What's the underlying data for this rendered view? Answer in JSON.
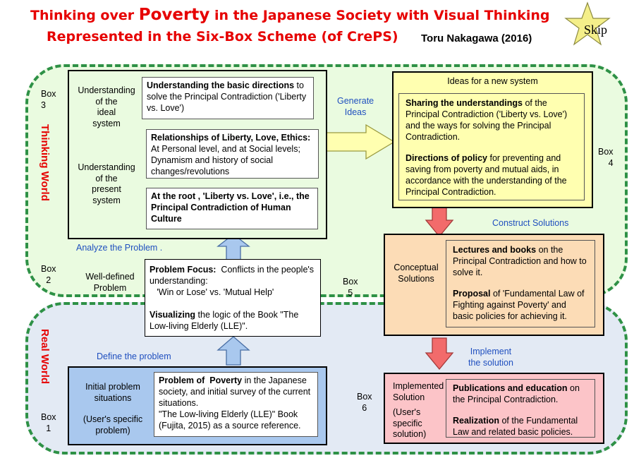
{
  "title": {
    "line1_prefix": "Thinking over ",
    "line1_highlight": "Poverty",
    "line1_suffix": " in the Japanese Society with Visual Thinking",
    "line2": "Represented in the Six-Box Scheme (of CrePS)",
    "author": "Toru Nakagawa (2016)"
  },
  "skip_button": {
    "label": "Skip",
    "icon": "star-icon",
    "color": "#f4ef8a"
  },
  "worlds": {
    "thinking": "Thinking World",
    "real": "Real World",
    "border_color": "#2e9146"
  },
  "box_labels": {
    "box1": "Box\n1",
    "box2": "Box\n2",
    "box3": "Box\n3",
    "box4": "Box\n4",
    "box5": "Box\n5",
    "box6": "Box\n6"
  },
  "flow_labels": {
    "define": "Define the problem",
    "analyze": "Analyze the Problem .",
    "generate": "Generate\nIdeas",
    "construct": "Construct Solutions",
    "implement": "Implement\nthe solution"
  },
  "box1": {
    "side_label_1": "Initial problem\nsituations",
    "side_label_2": "(User's specific\nproblem)",
    "content": {
      "bold": "Problem of  Poverty",
      "rest": " in the Japanese society, and initial survey of the current situations.\n\"The Low-living Elderly (LLE)\" Book (Fujita, 2015) as a source reference."
    }
  },
  "box2": {
    "side_label": "Well-defined\nProblem",
    "focus": {
      "bold": "Problem Focus:",
      "rest": "  Conflicts in the people's understanding:\n   'Win or Lose' vs. 'Mutual Help'"
    },
    "visualizing": {
      "bold": "Visualizing",
      "rest": " the logic of the Book \"The Low-living Elderly (LLE)\"."
    }
  },
  "box3": {
    "ideal_label": "Understanding\nof the\nideal\nsystem",
    "present_label": "Understanding\nof the\npresent\nsystem",
    "ideal": {
      "bold": "Understanding the basic directions",
      "rest": " to solve the Principal Contradiction ('Liberty vs. Love')"
    },
    "relationships": {
      "bold": "Relationships of Liberty, Love, Ethics:",
      "rest": " At Personal level, and at Social levels; Dynamism and history of social changes/revolutions"
    },
    "root": {
      "bold": "At the root , 'Liberty vs. Love', i.e., the Principal Contradiction of Human Culture"
    }
  },
  "box4": {
    "header": "Ideas for a new system",
    "p1": {
      "bold": "Sharing the understandings",
      "rest": " of the Principal Contradiction ('Liberty vs. Love')  and the ways for solving the Principal Contradiction."
    },
    "p2": {
      "bold": "Directions of policy",
      "rest": " for preventing and saving from poverty and mutual aids, in accordance with the understanding of the Principal Contradiction."
    }
  },
  "box5": {
    "side_label": "Conceptual\nSolutions",
    "p1": {
      "bold": "Lectures and books",
      "rest": " on the Principal Contradiction and how to solve it."
    },
    "p2": {
      "bold": "Proposal",
      "rest": " of 'Fundamental Law of Fighting against Poverty' and basic policies for achieving it."
    }
  },
  "box6": {
    "side_label_1": "Implemented\nSolution",
    "side_label_2": "(User's\nspecific\nsolution)",
    "p1": {
      "bold": "Publications and education",
      "rest": " on the Principal Contradiction."
    },
    "p2": {
      "bold": "Realization",
      "rest": " of the Fundamental Law and related basic policies."
    }
  },
  "colors": {
    "title_red": "#e60000",
    "thinking_bg": "#eafbe0",
    "real_bg": "#e3eaf4",
    "box1_fill": "#a9c8ee",
    "box4_fill": "#ffffb0",
    "box5_fill": "#fcdcb6",
    "box6_fill": "#fcc4c8",
    "arrow_blue": "#a9c8ee",
    "arrow_yellow": "#ffffb0",
    "arrow_red": "#f26b6b",
    "flow_text_blue": "#1f4fbf"
  }
}
